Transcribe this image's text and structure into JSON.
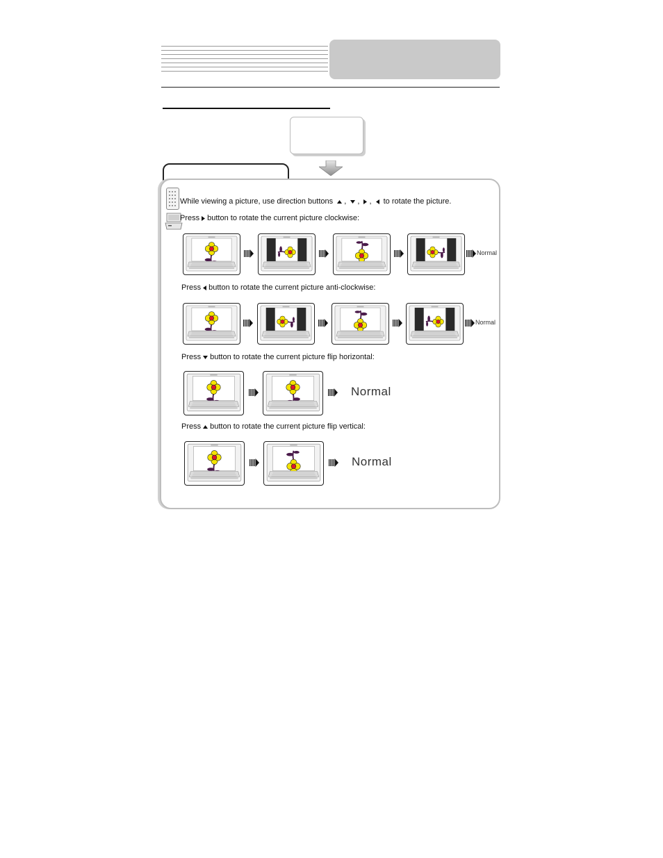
{
  "instructions": {
    "intro_prefix": "While viewing a picture, use direction buttons",
    "intro_separator": ",",
    "intro_suffix": "to rotate the picture.",
    "clockwise_prefix": "Press",
    "clockwise_suffix": "button to rotate the current picture clockwise:",
    "anticlockwise_prefix": "Press",
    "anticlockwise_suffix": "button to rotate the current picture anti-clockwise:",
    "flip_horizontal_prefix": "Press",
    "flip_horizontal_suffix": "button to rotate the current picture flip horizontal:",
    "flip_vertical_prefix": "Press",
    "flip_vertical_suffix": "button to rotate the current picture flip vertical:"
  },
  "sequences": {
    "clockwise": {
      "steps": [
        "upright",
        "rotate-90",
        "rotate-180",
        "rotate-270"
      ],
      "end_label": "Normal"
    },
    "anticlockwise": {
      "steps": [
        "upright",
        "rotate-270",
        "rotate-180",
        "rotate-90"
      ],
      "end_label": "Normal"
    },
    "flip_horizontal": {
      "steps": [
        "upright",
        "mirrored"
      ],
      "end_label": "Normal"
    },
    "flip_vertical": {
      "steps": [
        "upright",
        "flipped"
      ],
      "end_label": "Normal"
    }
  },
  "colors": {
    "petal": "#f5e400",
    "center": "#e0162b",
    "stem": "#4a1a4a",
    "panel_border": "#bdbdbd",
    "header_box": "#c9c9c9"
  },
  "icons": [
    "remote-control-icon",
    "dvd-player-icon",
    "up-triangle-icon",
    "down-triangle-icon",
    "right-triangle-icon",
    "left-triangle-icon",
    "next-step-arrow-icon",
    "down-arrow-icon"
  ]
}
